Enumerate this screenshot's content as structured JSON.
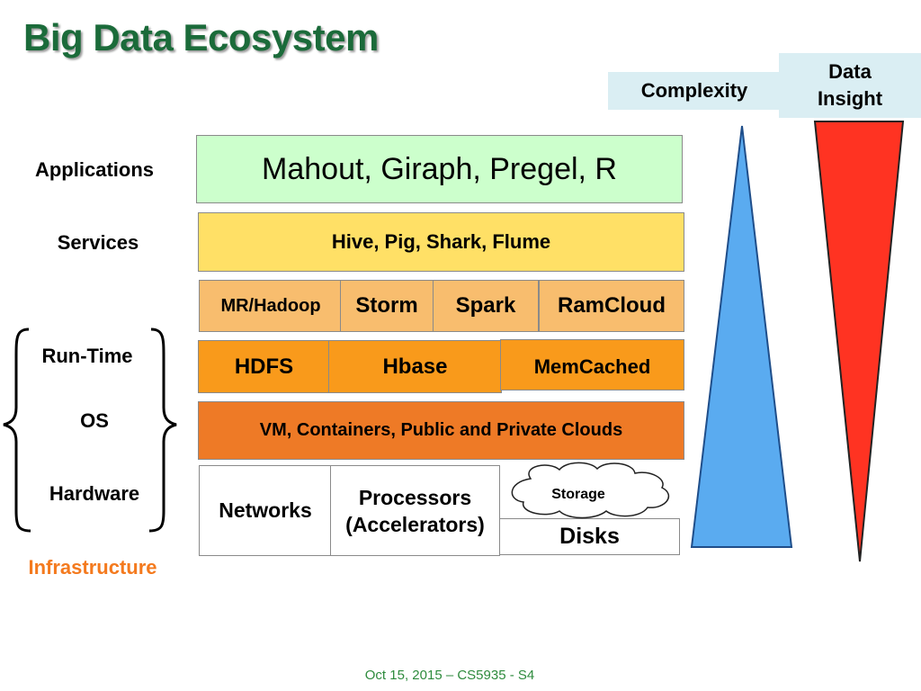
{
  "title": "Big Data Ecosystem",
  "headers": {
    "complexity": "Complexity",
    "insight_line1": "Data",
    "insight_line2": "Insight"
  },
  "layers": {
    "applications": "Applications",
    "services": "Services",
    "runtime": "Run-Time",
    "os": "OS",
    "hardware": "Hardware",
    "infrastructure": "Infrastructure"
  },
  "boxes": {
    "applications": "Mahout, Giraph, Pregel, R",
    "services": "Hive, Pig, Shark, Flume",
    "mr_hadoop": "MR/Hadoop",
    "storm": "Storm",
    "spark": "Spark",
    "ramcloud": "RamCloud",
    "hdfs": "HDFS",
    "hbase": "Hbase",
    "memcached": "MemCached",
    "vm": "VM, Containers, Public and Private Clouds",
    "networks": "Networks",
    "processors_line1": "Processors",
    "processors_line2": "(Accelerators)",
    "storage": "Storage",
    "disks": "Disks"
  },
  "colors": {
    "title": "#1b6b3a",
    "applications": "#ccffcc",
    "services": "#ffe066",
    "runtime_top": "#f8bd6e",
    "runtime_bottom": "#f99a1b",
    "os": "#ee7a26",
    "complexity_triangle": "#5aabf0",
    "insight_triangle": "#ff3322",
    "infrastructure_label": "#f47a1e",
    "footer": "#2e8b3d"
  },
  "footer": "Oct 15, 2015 – CS5935 - S4"
}
